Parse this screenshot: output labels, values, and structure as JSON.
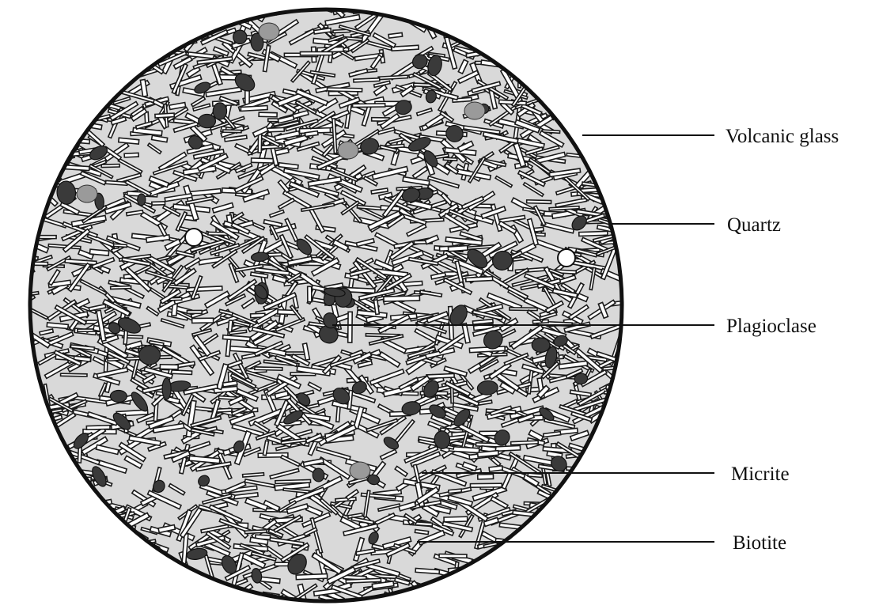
{
  "labels": {
    "volcanic_glass": "Volcanic glass",
    "quartz": "Quartz",
    "plagioclase": "Plagioclase",
    "micrite": "Micrite",
    "biotite": "Biotite"
  },
  "colors": {
    "background": "#ffffff",
    "outline": "#111111",
    "biotite_fill": "#3a3a3a",
    "micrite_fill": "#9a9a9a",
    "lath_fill": "#ffffff"
  }
}
